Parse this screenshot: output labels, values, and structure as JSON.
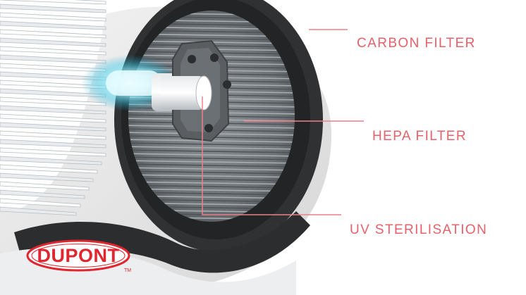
{
  "diagram": {
    "labels": {
      "carbon_filter": "CARBON FILTER",
      "hepa_filter": "HEPA FILTER",
      "uv_sterilisation": "UV STERILISATION"
    },
    "label_color": "#e8606a",
    "leader_color": "#ee8088"
  },
  "logo": {
    "text": "DUPONT",
    "trademark": "TM",
    "color": "#e0262f"
  },
  "icons": {
    "logo": "dupont-oval-logo-icon",
    "carbon": "carbon-filter-layer-icon",
    "hepa": "hepa-pleated-filter-icon",
    "uv": "uv-lamp-icon"
  }
}
